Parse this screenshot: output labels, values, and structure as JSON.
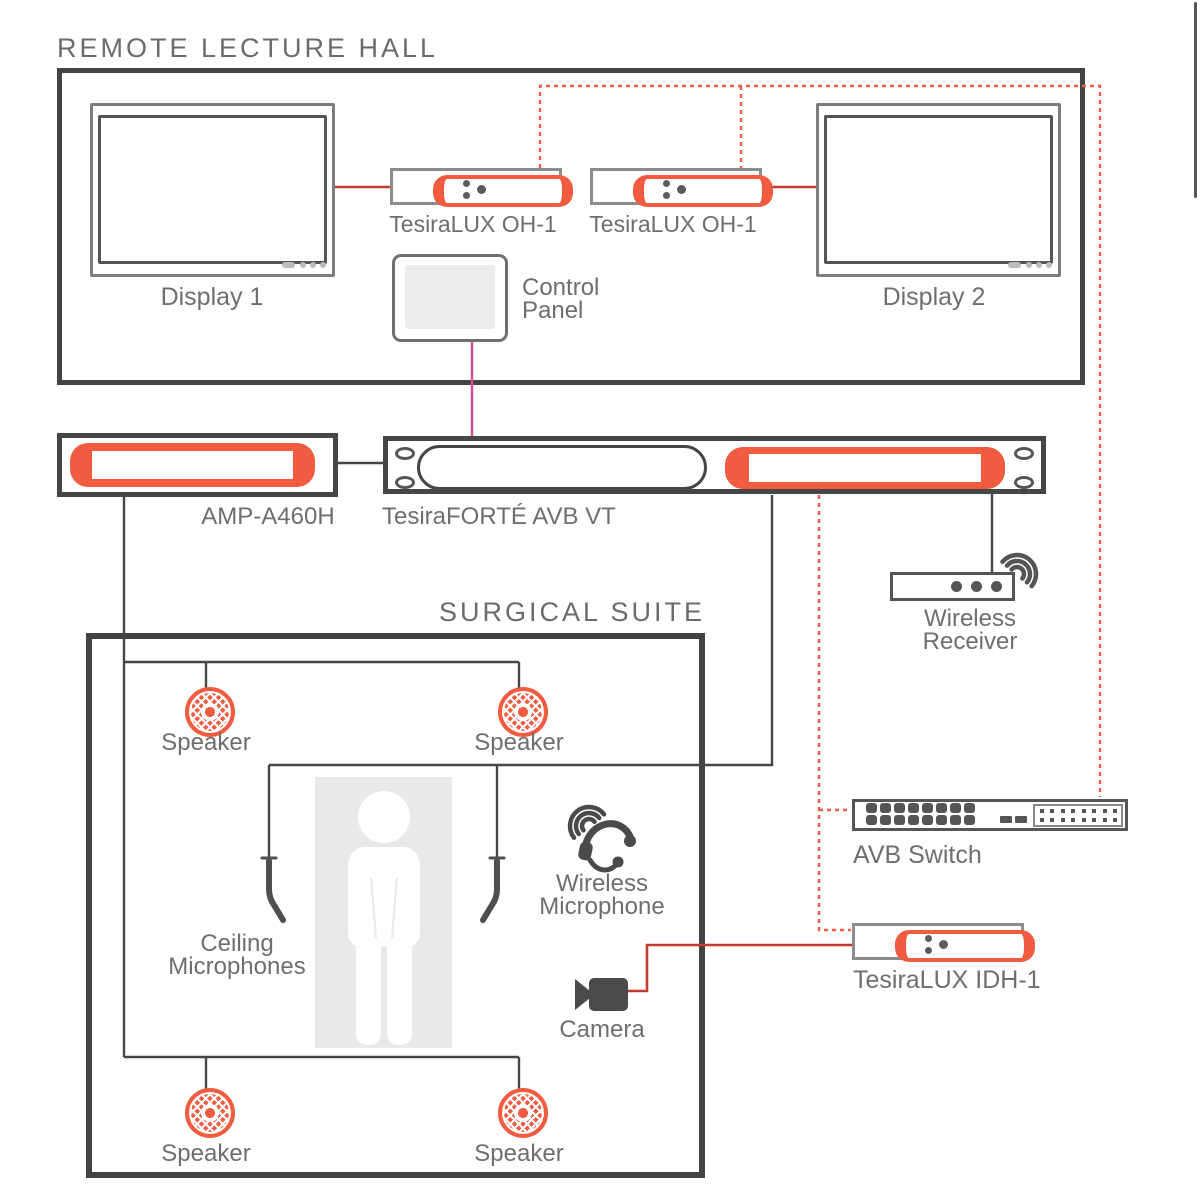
{
  "colors": {
    "accent_orange": "#f15b40",
    "wire_red": "#c23b30",
    "wire_dark": "#464646",
    "dashed_orange": "#ef5b44",
    "magenta_wire": "#d94a8e",
    "label_gray": "#6e6e6e"
  },
  "lecture_hall": {
    "title": "REMOTE LECTURE HALL",
    "display_1_label": "Display 1",
    "display_2_label": "Display 2",
    "oh1_left_label": "TesiraLUX OH-1",
    "oh1_right_label": "TesiraLUX OH-1",
    "control_panel_label": [
      "Control",
      "Panel"
    ]
  },
  "rack": {
    "amp_label": "AMP-A460H",
    "forte_label": "TesiraFORTÉ AVB VT"
  },
  "wireless_receiver": {
    "label": [
      "Wireless",
      "Receiver"
    ]
  },
  "surgical_suite": {
    "title": "SURGICAL SUITE",
    "speakers": [
      "Speaker",
      "Speaker",
      "Speaker",
      "Speaker"
    ],
    "ceiling_microphones_label": [
      "Ceiling",
      "Microphones"
    ],
    "wireless_microphone_label": [
      "Wireless",
      "Microphone"
    ],
    "camera_label": "Camera"
  },
  "network": {
    "avb_switch_label": "AVB Switch",
    "idh1_label": "TesiraLUX IDH-1"
  }
}
